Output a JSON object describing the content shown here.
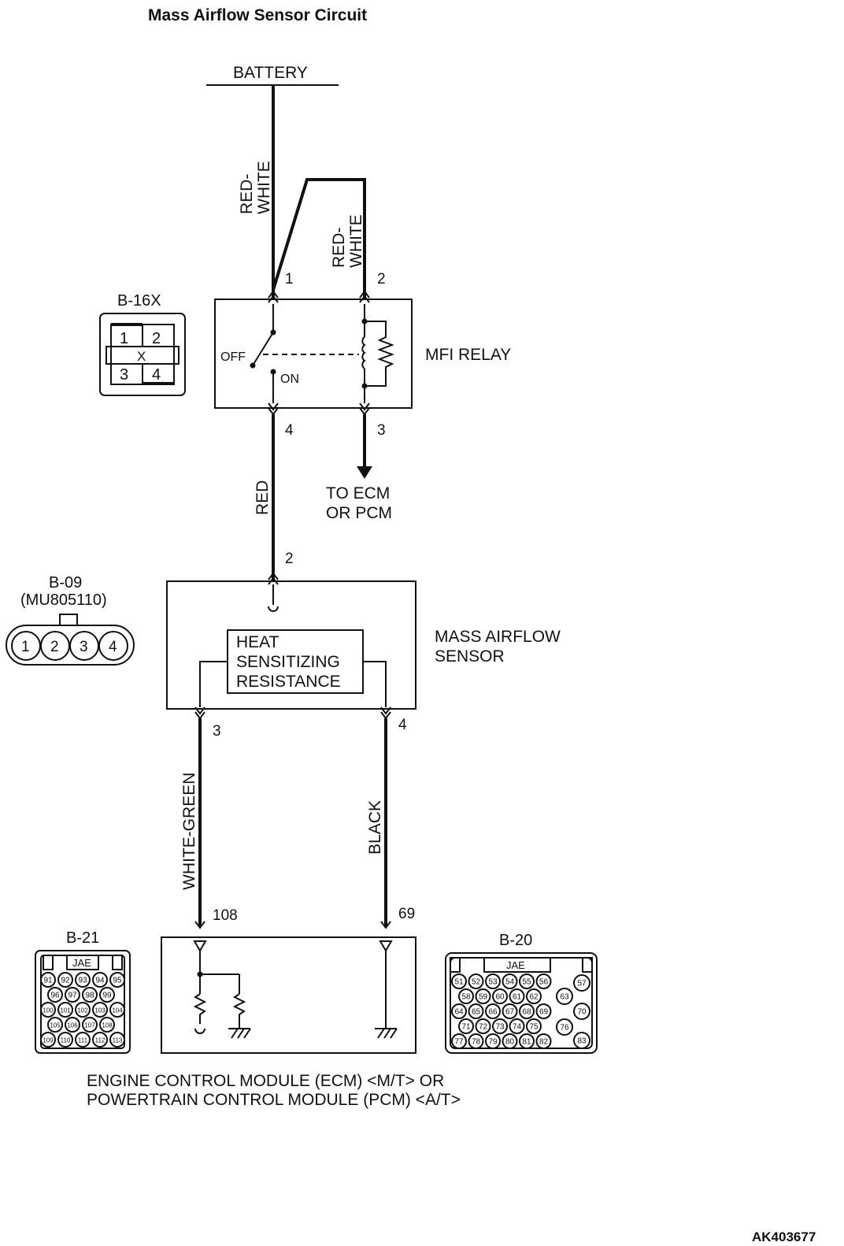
{
  "title": "Mass Airflow Sensor Circuit",
  "battery_label": "BATTERY",
  "footer_code": "AK403677",
  "wires": {
    "battery_to_relay_pin1": "RED-\nWHITE",
    "battery_to_relay_pin2": "RED-\nWHITE",
    "relay_to_sensor": "RED",
    "sensor_pin3_to_ecm": "WHITE-GREEN",
    "sensor_pin4_to_ecm": "BLACK"
  },
  "mfi_relay": {
    "name": "MFI RELAY",
    "pin1": "1",
    "pin2": "2",
    "pin3": "3",
    "pin4": "4",
    "off_label": "OFF",
    "on_label": "ON",
    "output_label_line1": "TO ECM",
    "output_label_line2": "OR PCM"
  },
  "connector_b16x": {
    "id": "B-16X",
    "cells": [
      "1",
      "2",
      "X",
      "3",
      "4"
    ]
  },
  "connector_b09": {
    "id": "B-09",
    "part": "(MU805110)",
    "pins": [
      "1",
      "2",
      "3",
      "4"
    ]
  },
  "mass_airflow_sensor": {
    "name_line1": "MASS AIRFLOW",
    "name_line2": "SENSOR",
    "element_line1": "HEAT",
    "element_line2": "SENSITIZING",
    "element_line3": "RESISTANCE",
    "pin_in": "2",
    "pin_left": "3",
    "pin_right": "4"
  },
  "ecm": {
    "pin_left": "108",
    "pin_right": "69",
    "name_line1": "ENGINE CONTROL MODULE (ECM) <M/T> OR",
    "name_line2": "POWERTRAIN CONTROL MODULE (PCM) <A/T>"
  },
  "connector_b21": {
    "id": "B-21",
    "maker": "JAE",
    "rows": [
      [
        "91",
        "92",
        "93",
        "94",
        "95"
      ],
      [
        "96",
        "97",
        "98",
        "99"
      ],
      [
        "100",
        "101",
        "102",
        "103",
        "104"
      ],
      [
        "105",
        "106",
        "107",
        "108"
      ],
      [
        "109",
        "110",
        "111",
        "112",
        "113"
      ]
    ]
  },
  "connector_b20": {
    "id": "B-20",
    "maker": "JAE",
    "rows": [
      [
        "51",
        "52",
        "53",
        "54",
        "55",
        "56"
      ],
      [
        "58",
        "59",
        "60",
        "61",
        "62"
      ],
      [
        "64",
        "65",
        "66",
        "67",
        "68",
        "69"
      ],
      [
        "71",
        "72",
        "73",
        "74",
        "75"
      ],
      [
        "77",
        "78",
        "79",
        "80",
        "81",
        "82"
      ]
    ],
    "side_pins": [
      "57",
      "63",
      "70",
      "76",
      "83"
    ]
  }
}
